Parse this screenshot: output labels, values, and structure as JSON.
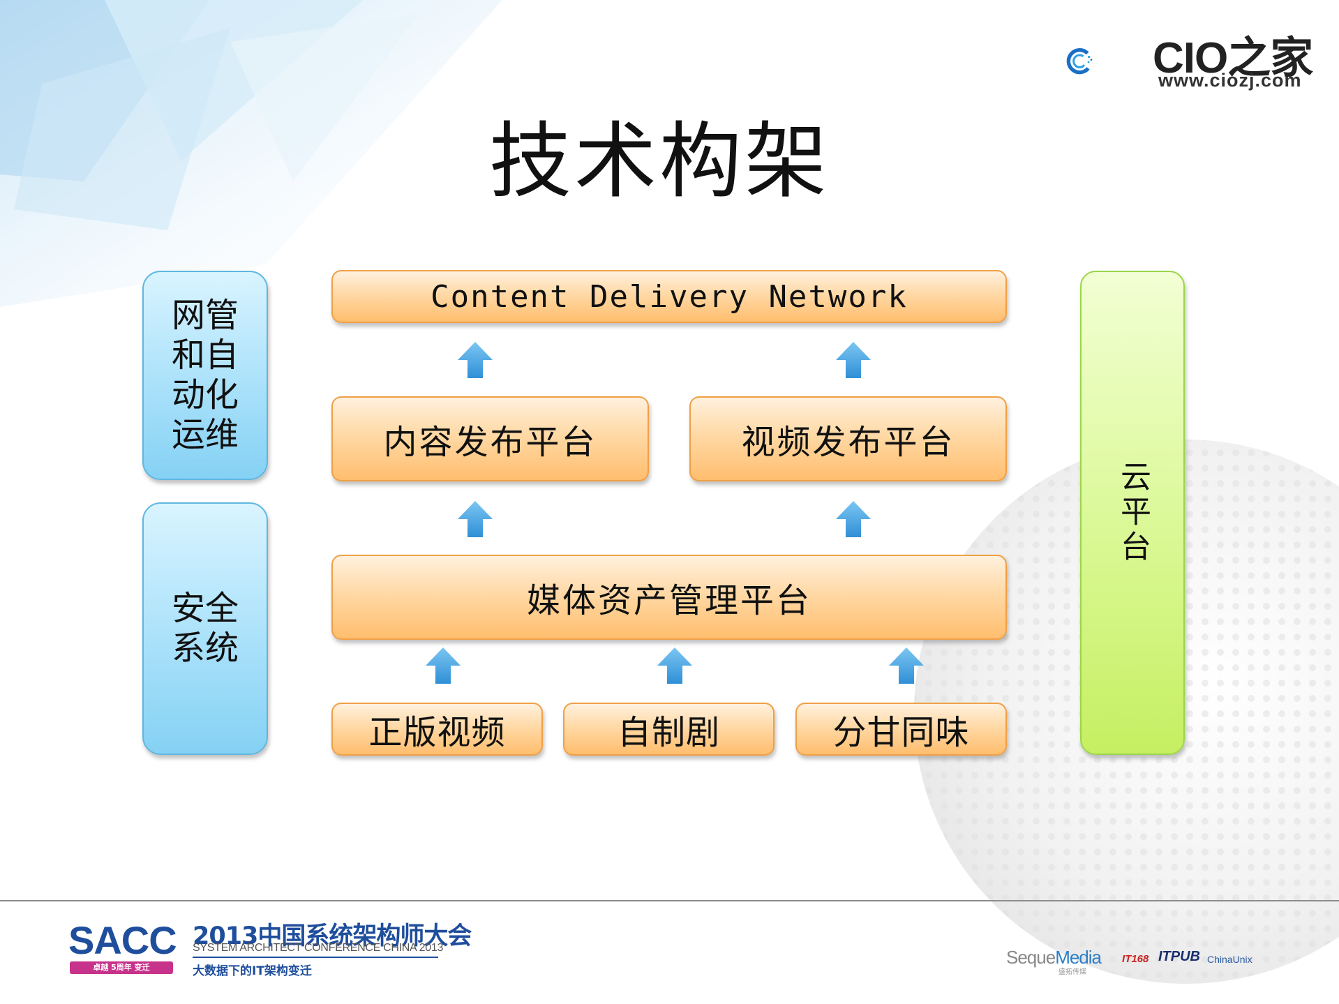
{
  "slide_title": "技术构架",
  "logo": {
    "brand": "CIO之家",
    "url": "www.ciozj.com"
  },
  "left_column": {
    "ops": [
      "网管",
      "和自",
      "动化",
      "运维"
    ],
    "security": [
      "安全",
      "系统"
    ]
  },
  "right_column": {
    "cloud": "云平台"
  },
  "layers": {
    "cdn": "Content Delivery Network",
    "content_publish": "内容发布平台",
    "video_publish": "视频发布平台",
    "media_asset": "媒体资产管理平台",
    "sources": [
      "正版视频",
      "自制剧",
      "分甘同味"
    ]
  },
  "footer": {
    "sacc": "SACC",
    "sacc_tag": "卓越 5周年 变迁",
    "conference_title": "2013中国系统架构师大会",
    "conference_en": "SYSTEM ARCHITECT CONFERENCE CHINA 2013",
    "conference_sub": "大数据下的IT架构变迁",
    "sponsor_seque": "Seque",
    "sponsor_media": "Media",
    "sponsor_seque_sub": "盛拓传媒",
    "sponsor_it168": "IT168",
    "sponsor_itpub": "ITPUB",
    "sponsor_chinaunix": "ChinaUnix"
  },
  "colors": {
    "box_orange": "#ffd9a6",
    "box_blue": "#aee3fb",
    "box_green": "#dcf99a",
    "arrow_blue": "#3e9ee0",
    "brand_blue": "#1f4e9c"
  }
}
